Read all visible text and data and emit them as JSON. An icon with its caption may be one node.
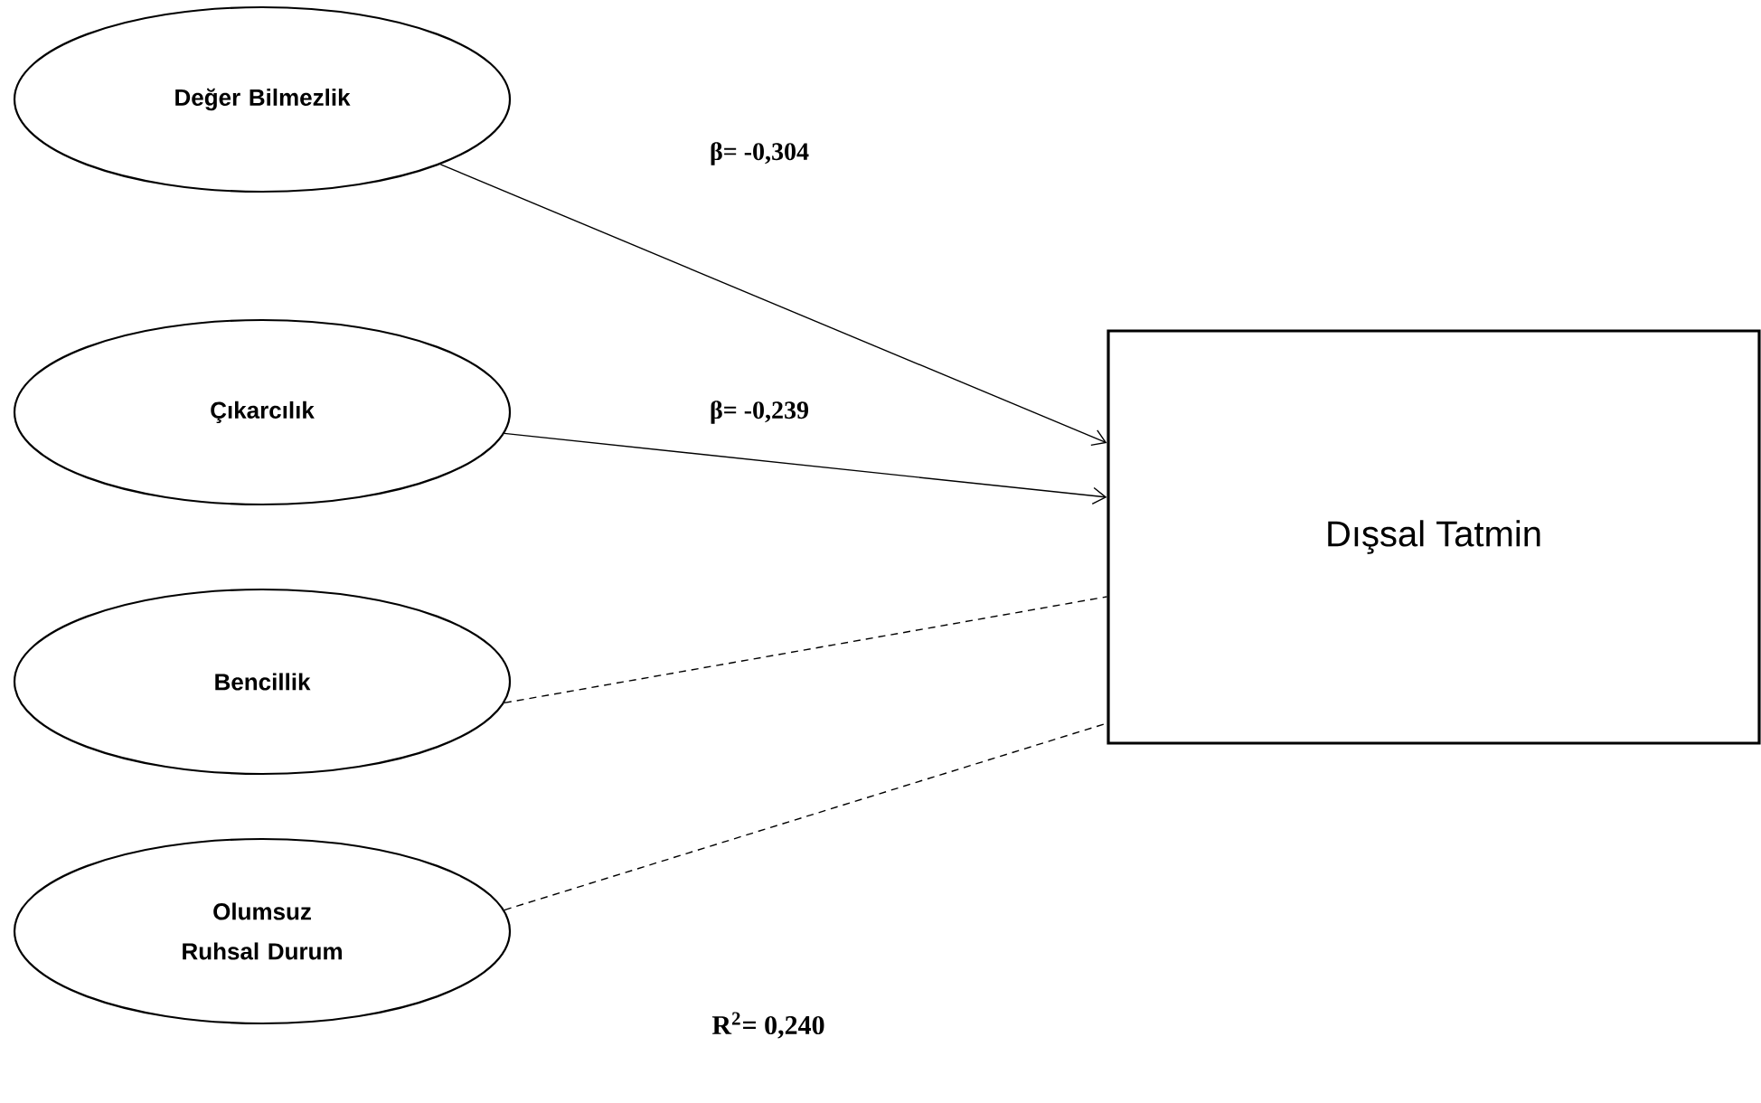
{
  "diagram": {
    "nodes": [
      {
        "text": [
          "Değer Bilmezlik"
        ]
      },
      {
        "text": [
          "Çıkarcılık"
        ]
      },
      {
        "text": [
          "Bencillik"
        ]
      },
      {
        "text": [
          "Olumsuz Ruhsal Durum"
        ]
      },
      {
        "text": [
          "Dışsal Tatmin"
        ]
      }
    ],
    "edges": [
      {
        "from": 0,
        "to": 4,
        "arrow": "to",
        "label": "β= -0,304"
      },
      {
        "from": 1,
        "to": 4,
        "arrow": "to",
        "label": "β= -0,239"
      },
      {
        "from": 2,
        "to": 4,
        "arrow": "none",
        "style": "dashed"
      },
      {
        "from": 3,
        "to": 4,
        "arrow": "none",
        "style": "dashed"
      }
    ],
    "labels": [
      "R$^{2}$= 0,240"
    ]
  }
}
